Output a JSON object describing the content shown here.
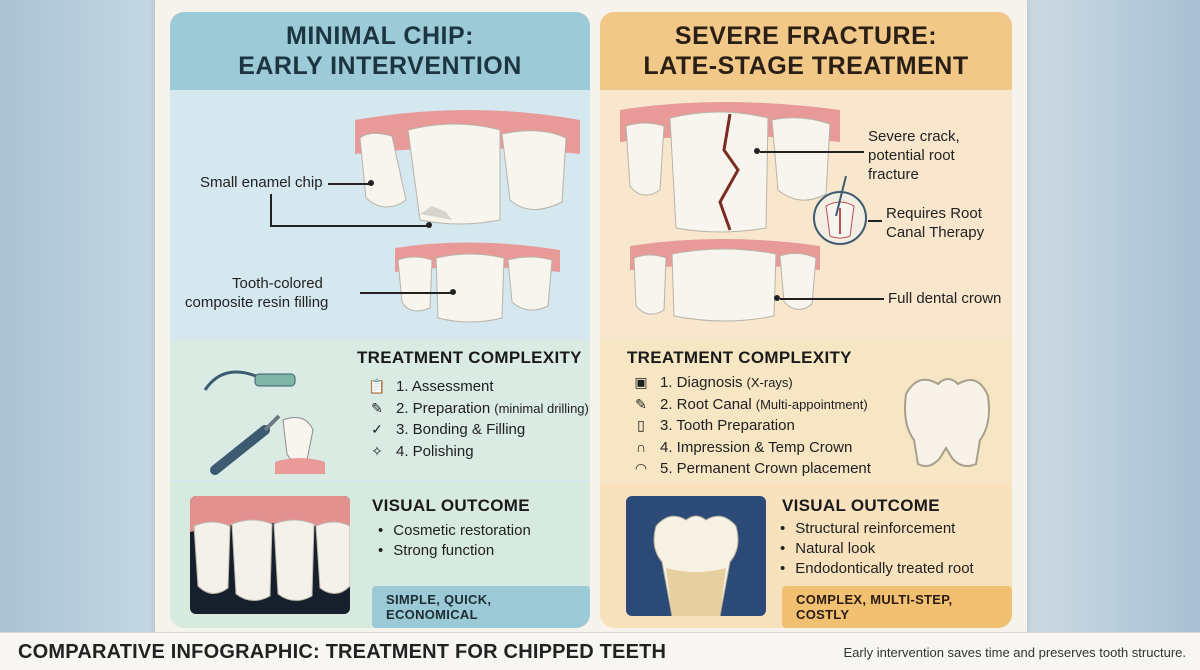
{
  "left": {
    "title_line1": "MINIMAL CHIP:",
    "title_line2": "EARLY INTERVENTION",
    "callout_chip": "Small enamel chip",
    "callout_filling_1": "Tooth-colored",
    "callout_filling_2": "composite resin filling",
    "complexity_title": "TREATMENT COMPLEXITY",
    "steps": [
      {
        "icon": "clipboard-icon",
        "glyph": "📋",
        "label": "1. Assessment",
        "note": ""
      },
      {
        "icon": "pencil-icon",
        "glyph": "✎",
        "label": "2. Preparation",
        "note": "(minimal drilling)"
      },
      {
        "icon": "check-icon",
        "glyph": "✓",
        "label": "3. Bonding & Filling",
        "note": ""
      },
      {
        "icon": "sparkle-icon",
        "glyph": "✧",
        "label": "4. Polishing",
        "note": ""
      }
    ],
    "outcome_title": "VISUAL OUTCOME",
    "outcomes": [
      "Cosmetic restoration",
      "Strong function"
    ],
    "tag": "SIMPLE, QUICK, ECONOMICAL"
  },
  "right": {
    "title_line1": "SEVERE FRACTURE:",
    "title_line2": "LATE-STAGE TREATMENT",
    "callout_crack_1": "Severe crack,",
    "callout_crack_2": "potential root",
    "callout_crack_3": "fracture",
    "callout_root_1": "Requires Root",
    "callout_root_2": "Canal Therapy",
    "callout_crown": "Full dental crown",
    "complexity_title": "TREATMENT COMPLEXITY",
    "steps": [
      {
        "icon": "xray-icon",
        "glyph": "▣",
        "label": "1. Diagnosis",
        "note": "(X-rays)"
      },
      {
        "icon": "pencil-icon",
        "glyph": "✎",
        "label": "2. Root Canal",
        "note": "(Multi-appointment)"
      },
      {
        "icon": "tooth-prep-icon",
        "glyph": "▯",
        "label": "3. Tooth Preparation",
        "note": ""
      },
      {
        "icon": "impression-icon",
        "glyph": "∩",
        "label": "4. Impression & Temp Crown",
        "note": ""
      },
      {
        "icon": "crown-icon",
        "glyph": "◠",
        "label": "5. Permanent Crown placement",
        "note": ""
      }
    ],
    "outcome_title": "VISUAL OUTCOME",
    "outcomes": [
      "Structural reinforcement",
      "Natural look",
      "Endodontically treated root"
    ],
    "tag": "COMPLEX, MULTI-STEP, COSTLY"
  },
  "footer": {
    "title": "COMPARATIVE INFOGRAPHIC: TREATMENT FOR CHIPPED TEETH",
    "subtitle": "Early intervention saves time and preserves tooth structure."
  },
  "colors": {
    "left_header": "#9ccad6",
    "right_header": "#f2c888",
    "gum": "#e79a98",
    "tooth": "#f7f5ee"
  }
}
